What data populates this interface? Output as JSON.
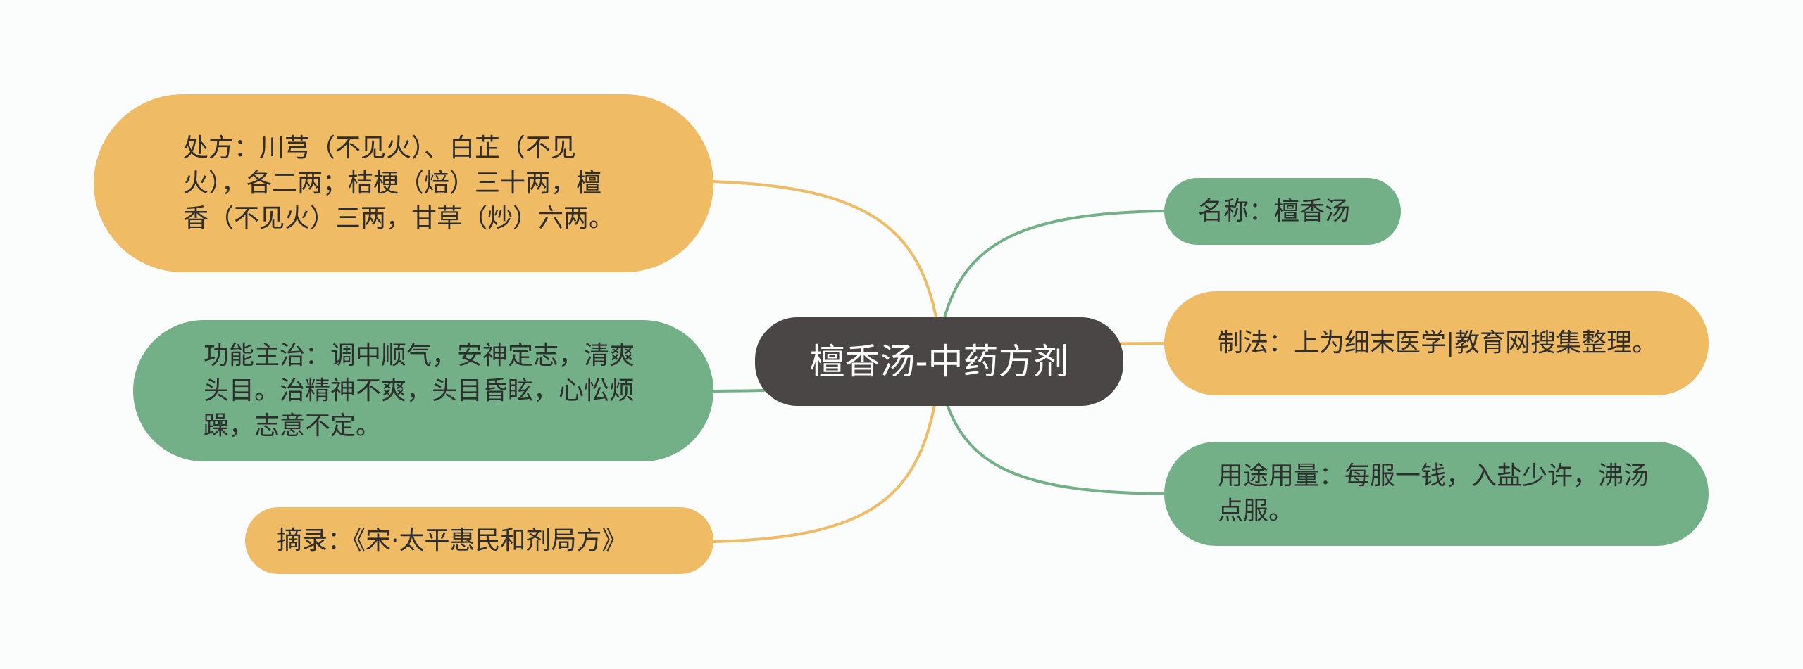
{
  "colors": {
    "background": "#fbfcfc",
    "center": "#4a4646",
    "orange": "#f0bb65",
    "green": "#73b088",
    "text": "#2e2e2e"
  },
  "center": {
    "label": "檀香汤-中药方剂"
  },
  "left": {
    "prescription": "处方：川芎（不见火）、白芷（不见火），各二两；桔梗（焙）三十两，檀香（不见火）三两，甘草（炒）六两。",
    "function": "功能主治：调中顺气，安神定志，清爽头目。治精神不爽，头目昏眩，心忪烦躁，志意不定。",
    "source": "摘录：《宋·太平惠民和剂局方》"
  },
  "right": {
    "name": "名称：檀香汤",
    "method": "制法：上为细末医学|教育网搜集整理。",
    "usage": "用途用量：每服一钱，入盐少许，沸汤点服。"
  }
}
